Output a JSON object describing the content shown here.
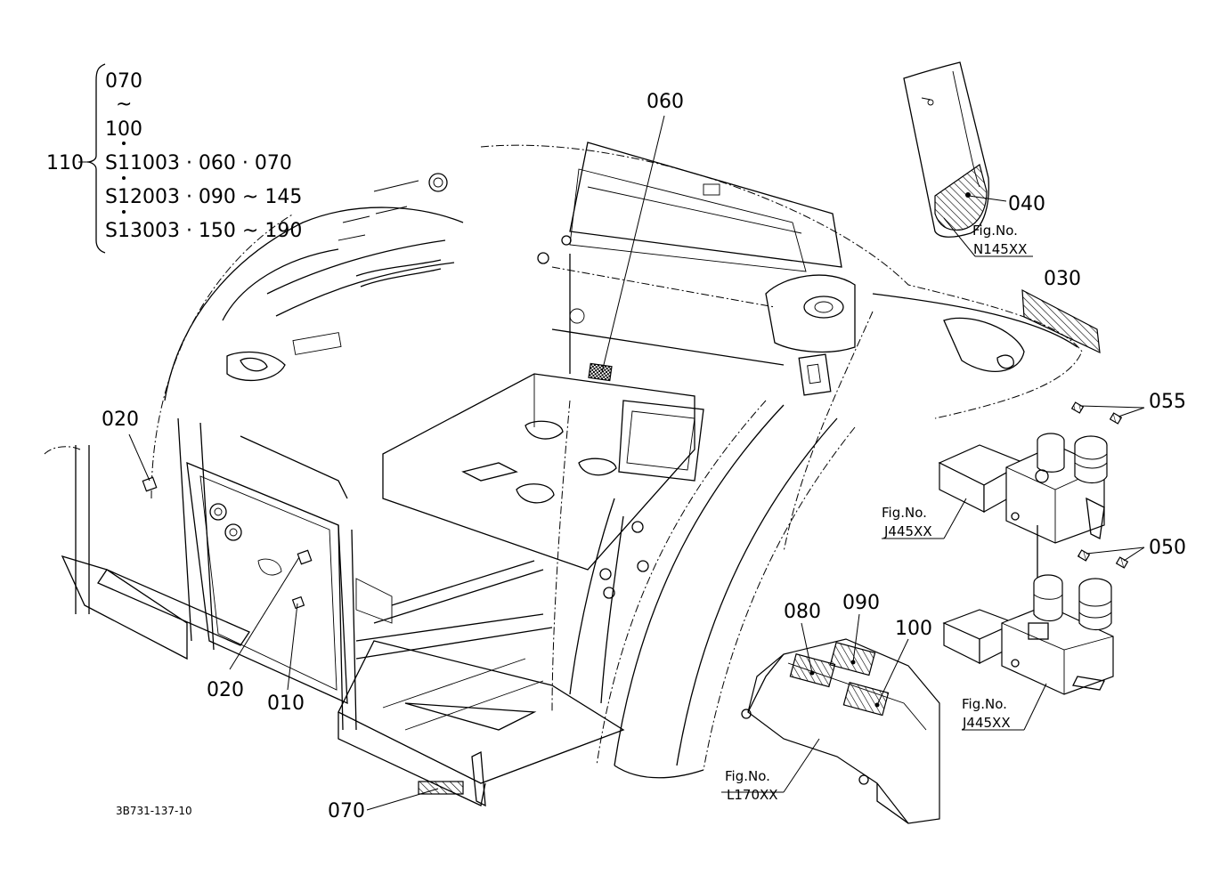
{
  "callouts": {
    "c010": "010",
    "c020a": "020",
    "c020b": "020",
    "c030": "030",
    "c040": "040",
    "c050": "050",
    "c055": "055",
    "c060": "060",
    "c070": "070",
    "c080": "080",
    "c090": "090",
    "c100": "100",
    "c110": "110"
  },
  "bracket_list": {
    "line1": "070",
    "line2": "~",
    "line3": "100",
    "line4": "S11003 · 060 · 070",
    "line5": "S12003 · 090 ~ 145",
    "line6": "S13003 · 150 ~ 190"
  },
  "fig_refs": [
    {
      "caption": "Fig.No.",
      "code": "N145XX"
    },
    {
      "caption": "Fig.No.",
      "code": "J445XX"
    },
    {
      "caption": "Fig.No.",
      "code": "J445XX"
    },
    {
      "caption": "Fig.No.",
      "code": "L170XX"
    }
  ],
  "drawing_number": "3B731-137-10"
}
